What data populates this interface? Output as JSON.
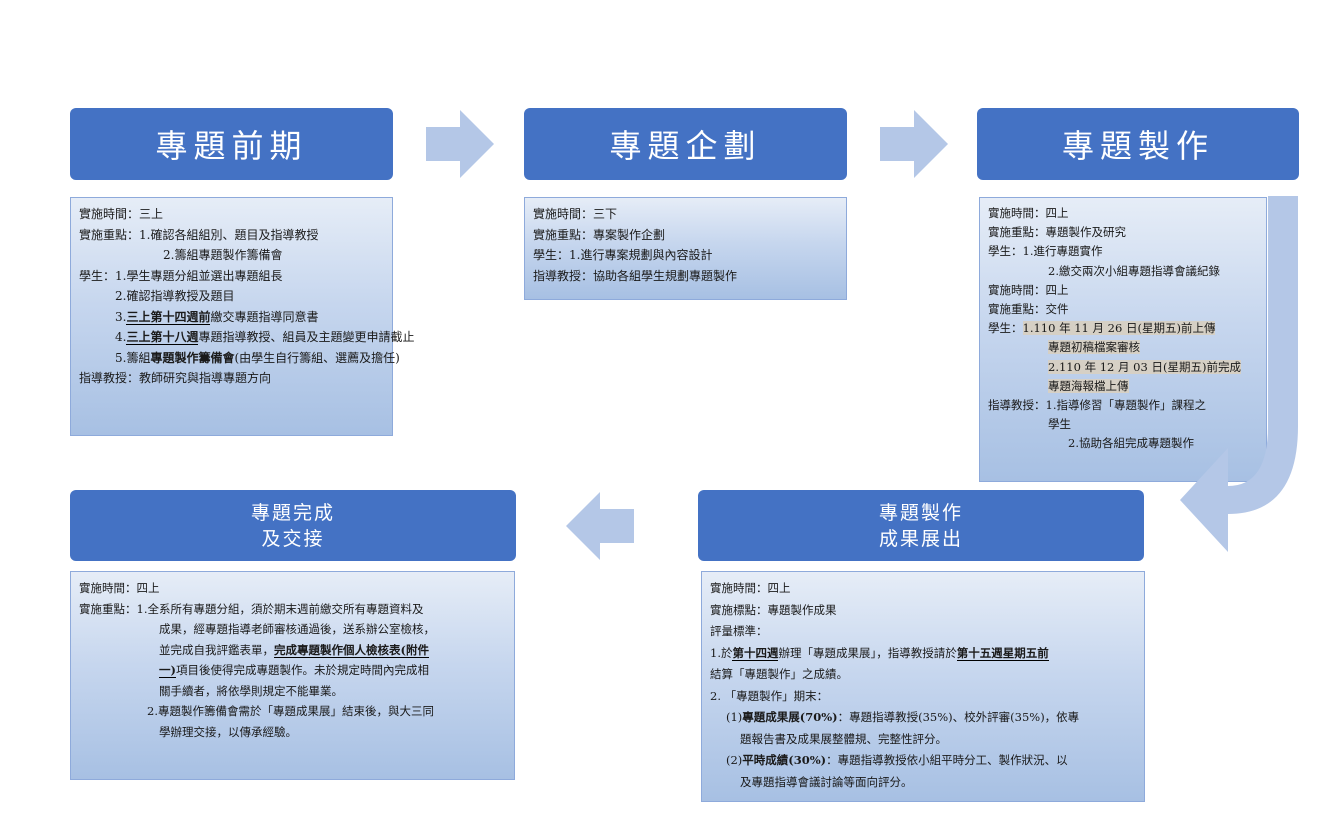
{
  "colors": {
    "header": "#4472c4",
    "box_border": "#8eaadb",
    "arrow": "#b4c7e7"
  },
  "stages": [
    {
      "title": "專題前期",
      "lines": [
        "實施時間：三上",
        "實施重點：1.確認各組組別、題目及指導教授",
        "2.籌組專題製作籌備會",
        "學生：1.學生專題分組並選出專題組長",
        "2.確認指導教授及題目",
        "3.",
        "三上第十四週前",
        "繳交專題指導同意書",
        "4.",
        "三上第十八週",
        "專題指導教授、組員及主題變更申請截止",
        "5.籌組",
        "專題製作籌備會",
        "(由學生自行籌組、選薦及擔任)",
        "指導教授：教師研究與指導專題方向"
      ]
    },
    {
      "title": "專題企劃",
      "lines": [
        "實施時間：三下",
        "實施重點：專案製作企劃",
        "學生：1.進行專案規劃與內容設計",
        "指導教授：協助各組學生規劃專題製作"
      ]
    },
    {
      "title": "專題製作",
      "lines": [
        "實施時間：四上",
        "實施重點：專題製作及研究",
        "學生：1.進行專題實作",
        "2.繳交兩次小組專題指導會議紀錄",
        "實施時間：四上",
        "實施重點：交件",
        "學生：",
        "1.110 年 11 月 26 日(星期五)前上傳",
        "專題初稿檔案審核",
        "2.110 年 12 月 03 日(星期五)前完成",
        "專題海報檔上傳",
        "指導教授：1.指導修習「專題製作」課程之",
        "學生",
        "2.協助各組完成專題製作"
      ]
    },
    {
      "title_l1": "專題製作",
      "title_l2": "成果展出",
      "lines": [
        "實施時間：四上",
        "實施標點：專題製作成果",
        "評量標準：",
        "1.於",
        "第十四週",
        "辦理「專題成果展」，指導教授請於",
        "第十五週星期五前",
        "結算「專題製作」之成績。",
        "2. 「專題製作」期末：",
        "(1)",
        "專題成果展(70%)",
        "：專題指導教授(35%)、校外評審(35%)，依專",
        "題報告書及成果展整體規、完整性評分。",
        "(2)",
        "平時成績(30%)",
        "：專題指導教授依小組平時分工、製作狀況、以",
        "及專題指導會議討論等面向評分。"
      ]
    },
    {
      "title_l1": "專題完成",
      "title_l2": "及交接",
      "lines": [
        "實施時間：四上",
        "實施重點：1.全系所有專題分組，須於期末週前繳交所有專題資料及",
        "成果，經專題指導老師審核通過後，送系辦公室檢核，",
        "並完成自我評鑑表單，",
        "完成專題製作個人檢核表(附件",
        "一)",
        "項目後使得完成專題製作。未於規定時間內完成相",
        "關手續者，將依學則規定不能畢業。",
        "2.專題製作籌備會需於「專題成果展」結束後，與大三同",
        "學辦理交接，以傳承經驗。"
      ]
    }
  ]
}
